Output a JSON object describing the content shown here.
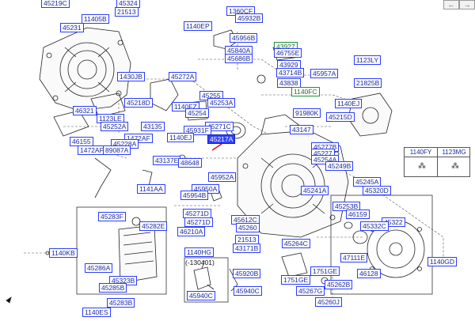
{
  "nav": {
    "back_label": "←",
    "forward_label": "→"
  },
  "labels": [
    "45219C",
    "45324",
    "11405B",
    "21513",
    "45231",
    "1140EP",
    "1360CF",
    "45932B",
    "45956B",
    "43927",
    "46755E",
    "45840A",
    "45686B",
    "1123LY",
    "43929",
    "45957A",
    "43714B",
    "43838",
    "21825B",
    "1430JB",
    "45272A",
    "1140FC",
    "1140EJ",
    "45255",
    "45253A",
    "45218D",
    "1140FZ",
    "46321",
    "45254",
    "45271C",
    "91980K",
    "45215D",
    "1123LE",
    "45252A",
    "43135",
    "43147",
    "45931F",
    "1472AF",
    "1140EJ",
    "45217A",
    "46155",
    "45228A",
    "1472AF",
    "89087A",
    "45277B",
    "45227",
    "45254A",
    "45249B",
    "43137E",
    "48648",
    "45952A",
    "45245A",
    "45241A",
    "45320D",
    "1141AA",
    "45950A",
    "45954B",
    "45253B",
    "45283F",
    "45282E",
    "45271D",
    "46159",
    "45322",
    "45271D",
    "45612C",
    "45332C",
    "46210A",
    "45260",
    "1140KB",
    "21513",
    "45264C",
    "43171B",
    "47111E",
    "1140HG",
    "45286A",
    "45323B",
    "45920B",
    "1751GE",
    "46128",
    "1140GD",
    "45285B",
    "(-130401)",
    "1751GE",
    "45262B",
    "45940C",
    "45940C",
    "45267G",
    "45283B",
    "45260J",
    "1140ES",
    "1140FY",
    "1123MG"
  ],
  "legend": {
    "col1": "1140FY",
    "col2": "1123MG"
  },
  "footnote": "(-130401)"
}
